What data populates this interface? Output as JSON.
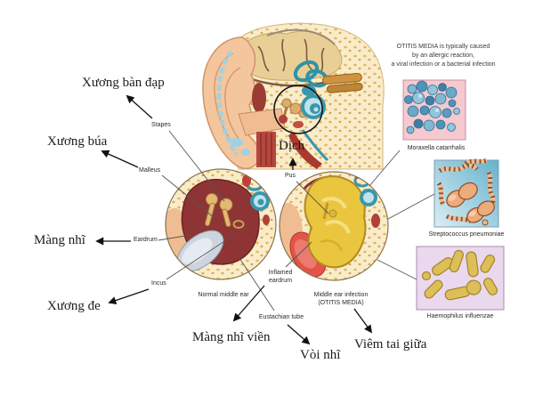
{
  "note": {
    "line1": "OTITIS MEDIA is typically caused",
    "line2": "by an allergic reaction,",
    "line3": "a viral infection or a bacterial infection"
  },
  "labels_vi": {
    "stapes": "Xương bàn đạp",
    "malleus": "Xương búa",
    "eardrum": "Màng nhĩ",
    "incus": "Xương đe",
    "fluid": "Dịch",
    "inflamed_eardrum": "Màng nhĩ viền",
    "eustachian_tube": "Vòi nhĩ",
    "otitis_media": "Viêm tai giữa"
  },
  "labels_en": {
    "stapes": "Stapes",
    "malleus": "Malleus",
    "eardrum": "Eardrum",
    "incus": "Incus",
    "pus": "Pus",
    "normal_middle_ear": "Normal middle ear",
    "inflamed_line1": "Inflamed",
    "inflamed_line2": "eardrum",
    "infection_line1": "Middle ear infection",
    "infection_line2": "(OTITIS MEDIA)",
    "eustachian_tube": "Eustachian tube"
  },
  "bacteria": [
    {
      "name": "Moraxella catarrhalis",
      "shape": "blue cocci",
      "box_bg": "#f5c9cf"
    },
    {
      "name": "Streptococcus pneumoniae",
      "shape": "tan diplococci chains",
      "box_bg": "#64b2cc"
    },
    {
      "name": "Haemophilus influenzae",
      "shape": "yellow rods",
      "box_bg": "#ead9ee"
    }
  ],
  "colors": {
    "bone_cream": "#f8eccb",
    "bone_speckle": "#e7b75a",
    "cochlea_teal": "#3897ac",
    "pus_yellow": "#e9c63e",
    "inflamed_red": "#e2544a",
    "cavity_maroon": "#8e3434",
    "skin": "#f4c69e",
    "coccus_blue": "#4e94ba",
    "strep_tan": "#ecab7c",
    "rod_yellow": "#dcbf58"
  }
}
